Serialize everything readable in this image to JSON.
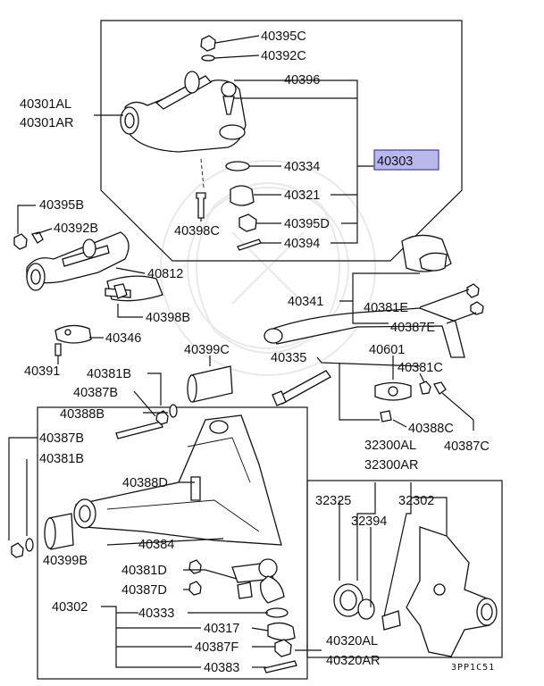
{
  "diagram": {
    "labels": {
      "p40395C": "40395C",
      "p40392C": "40392C",
      "p40396": "40396",
      "p40301AL": "40301AL",
      "p40301AR": "40301AR",
      "p40334": "40334",
      "p40303": "40303",
      "p40321": "40321",
      "p40398C": "40398C",
      "p40395D": "40395D",
      "p40394": "40394",
      "p40395B": "40395B",
      "p40392B": "40392B",
      "p40812": "40812",
      "p40398B": "40398B",
      "p40341": "40341",
      "p40381E": "40381E",
      "p40387E": "40387E",
      "p40346": "40346",
      "p40391": "40391",
      "p40399C": "40399C",
      "p40601": "40601",
      "p40335": "40335",
      "p40381B_a": "40381B",
      "p40381C": "40381C",
      "p40387B_a": "40387B",
      "p40388B": "40388B",
      "p40388C": "40388C",
      "p40387C": "40387C",
      "p40387B_b": "40387B",
      "p32300AL": "32300AL",
      "p32300AR": "32300AR",
      "p40381B_b": "40381B",
      "p40388D": "40388D",
      "p32325": "32325",
      "p32302": "32302",
      "p32394": "32394",
      "p40399B": "40399B",
      "p40384": "40384",
      "p40381D": "40381D",
      "p40387D": "40387D",
      "p40302": "40302",
      "p40333": "40333",
      "p40317": "40317",
      "p40387F": "40387F",
      "p40320AL": "40320AL",
      "p40320AR": "40320AR",
      "p40383": "40383",
      "code": "3PP1C51"
    },
    "colors": {
      "highlight": "#b8b8ec",
      "ink": "#111111"
    }
  }
}
